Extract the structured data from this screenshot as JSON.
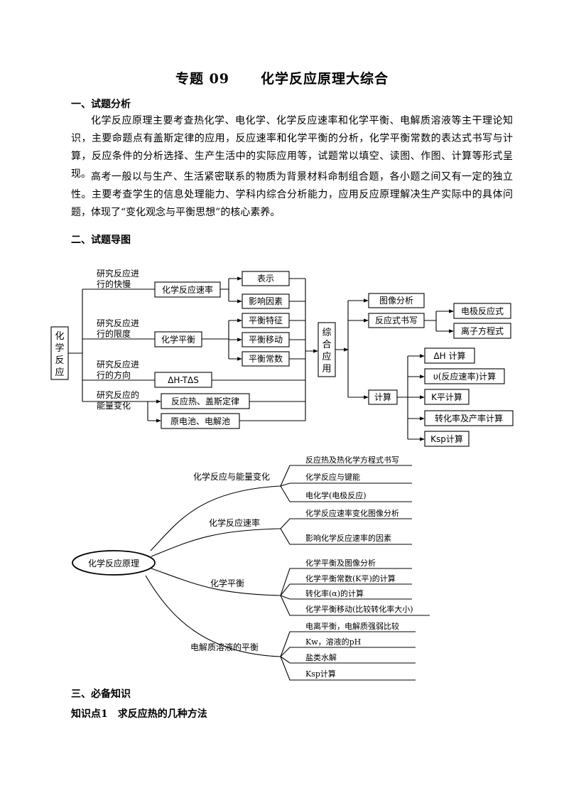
{
  "doc": {
    "title_a": "专题 09",
    "title_b": "化学反应原理大综合",
    "section1": "一、试题分析",
    "para1": "化学反应原理主要考查热化学、电化学、化学反应速率和化学平衡、电解质溶液等主干理论知识，主要命题点有盖斯定律的应用，反应速率和化学平衡的分析，化学平衡常数的表达式书写与计算，反应条件的分析选择、生产生活中的实际应用等，试题常以填空、读图、作图、计算等形式呈现。",
    "para2": "高考一般以与生产、生活紧密联系的物质为背景材料命制组合题，各小题之间又有一定的独立性。主要考查学生的信息处理能力、学科内综合分析能力，应用反应原理解决生产实际中的具体问题，体现了“变化观念与平衡思想”的核心素养。",
    "section2": "二、试题导图",
    "section3": "三、必备知识",
    "kp1": "知识点1　求反应热的几种方法"
  },
  "flow": {
    "root": [
      "化",
      "学",
      "反",
      "应"
    ],
    "b1a": "研究反应进",
    "b1b": "行的快慢",
    "b2a": "研究反应进",
    "b2b": "行的限度",
    "b3a": "研究反应进",
    "b3b": "行的方向",
    "b4a": "研究反应的",
    "b4b": "能量变化",
    "rate": "化学反应速率",
    "show": "表示",
    "factor": "影响因素",
    "eq": "化学平衡",
    "eq_feat": "平衡特征",
    "eq_move": "平衡移动",
    "eq_const": "平衡常数",
    "direction": "ΔH-TΔS",
    "heat": "反应热、盖斯定律",
    "battery": "原电池、电解池",
    "comp": [
      "综",
      "合",
      "应",
      "用"
    ],
    "img": "图像分析",
    "eqw": "反应式书写",
    "electrode": "电极反应式",
    "ion": "离子方程式",
    "calc": "计算",
    "c1": "ΔH 计算",
    "c2": "υ(反应速率)计算",
    "c3": "K平计算",
    "c4": "转化率及产率计算",
    "c5": "Ksp计算"
  },
  "mind": {
    "center": "化学反应原理",
    "br1": "化学反应与能量变化",
    "br1_items": [
      "反应热及热化学方程式书写",
      "化学反应与键能",
      "电化学(电极反应)"
    ],
    "br2": "化学反应速率",
    "br2_items": [
      "化学反应速率变化图像分析",
      "影响化学反应速率的因素"
    ],
    "br3": "化学平衡",
    "br3_items": [
      "化学平衡及图像分析",
      "化学平衡常数(K平)的计算",
      "转化率(α)的计算",
      "化学平衡移动(比较转化率大小)"
    ],
    "br4": "电解质溶液的平衡",
    "br4_items": [
      "电离平衡，电解质强弱比较",
      "Kw，溶液的pH",
      "盐类水解",
      "Ksp计算"
    ]
  }
}
